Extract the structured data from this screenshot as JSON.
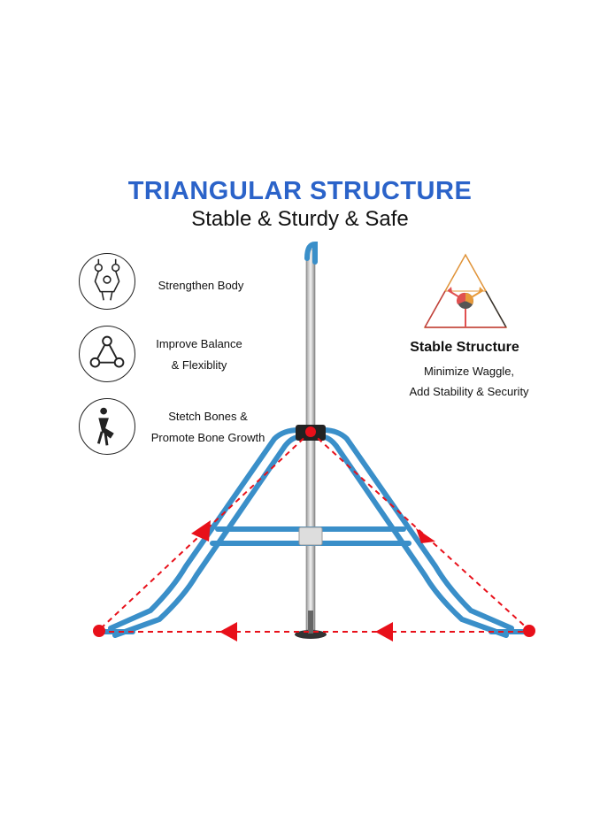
{
  "header": {
    "title": "TRIANGULAR STRUCTURE",
    "subtitle": "Stable & Sturdy & Safe"
  },
  "features": [
    {
      "icon": "rings-icon",
      "lines": [
        "Strengthen Body"
      ]
    },
    {
      "icon": "triangle-balance-icon",
      "lines": [
        "Improve Balance",
        "& Flexiblity"
      ]
    },
    {
      "icon": "stretch-person-icon",
      "lines": [
        "Stetch Bones &",
        "Promote Bone Growth"
      ]
    }
  ],
  "stable": {
    "title": "Stable Structure",
    "lines": [
      "Minimize Waggle,",
      "Add Stability & Security"
    ]
  },
  "colors": {
    "title_blue": "#2b63c9",
    "frame_blue": "#3a8fc9",
    "arrow_red": "#e8101a"
  }
}
